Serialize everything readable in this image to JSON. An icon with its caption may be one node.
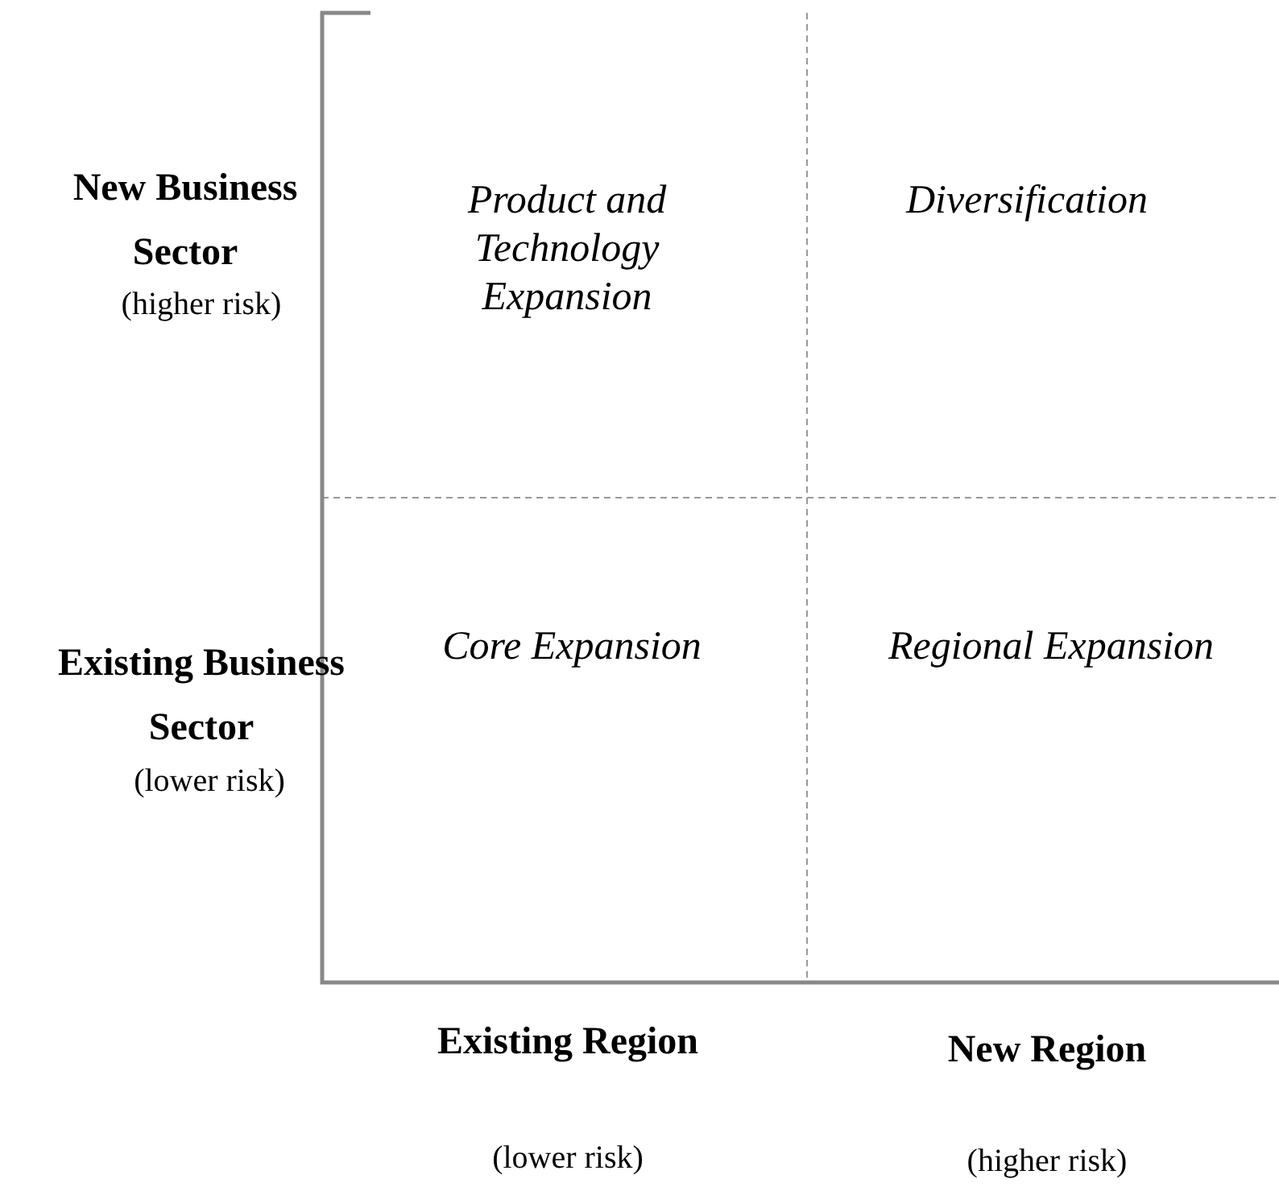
{
  "diagram": {
    "nodes": [
      {
        "text": [
          "Product and Technology Expansion"
        ]
      },
      {
        "text": [
          "Diversification"
        ]
      },
      {
        "text": [
          "Core Expansion"
        ]
      },
      {
        "text": [
          "Regional Expansion"
        ]
      }
    ],
    "labels": [
      "New Business Sector",
      "(higher risk)",
      "Existing Business Sector",
      "(lower risk)",
      "Existing Region",
      "New Region",
      "(lower risk)",
      "(higher risk)"
    ]
  }
}
